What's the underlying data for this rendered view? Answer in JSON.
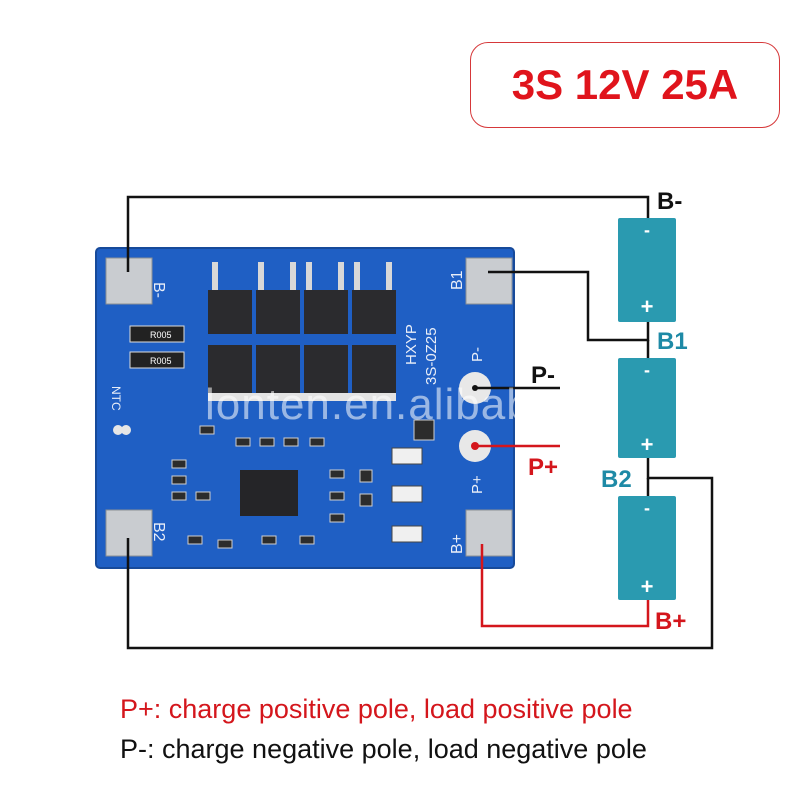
{
  "title": "3S 12V 25A",
  "watermark": "lonten.en.alibaba",
  "board": {
    "pad_labels": {
      "b_minus": "B-",
      "b1": "B1",
      "b2": "B2",
      "b_plus": "B+",
      "p_minus": "P-",
      "p_plus": "P+"
    },
    "silkscreen_model": "HXYP\n3S-0Z25",
    "ntc": "NTC",
    "resistor_marking": "R005"
  },
  "cells": [
    {
      "neg": "-",
      "pos": "+"
    },
    {
      "neg": "-",
      "pos": "+"
    },
    {
      "neg": "-",
      "pos": "+"
    }
  ],
  "wire_labels": {
    "b_minus": "B-",
    "b1": "B1",
    "b2": "B2",
    "b_plus": "B+",
    "p_minus": "P-",
    "p_plus": "P+"
  },
  "legend": {
    "p_plus": "P+: charge positive pole, load positive pole",
    "p_minus": "P-: charge negative pole, load negative pole"
  },
  "colors": {
    "title_red": "#e0141c",
    "board_blue": "#1f5fc4",
    "cell_teal": "#2a9ab0",
    "wire_black": "#111111",
    "wire_red": "#d4161c",
    "label_teal": "#1e8aa6"
  }
}
